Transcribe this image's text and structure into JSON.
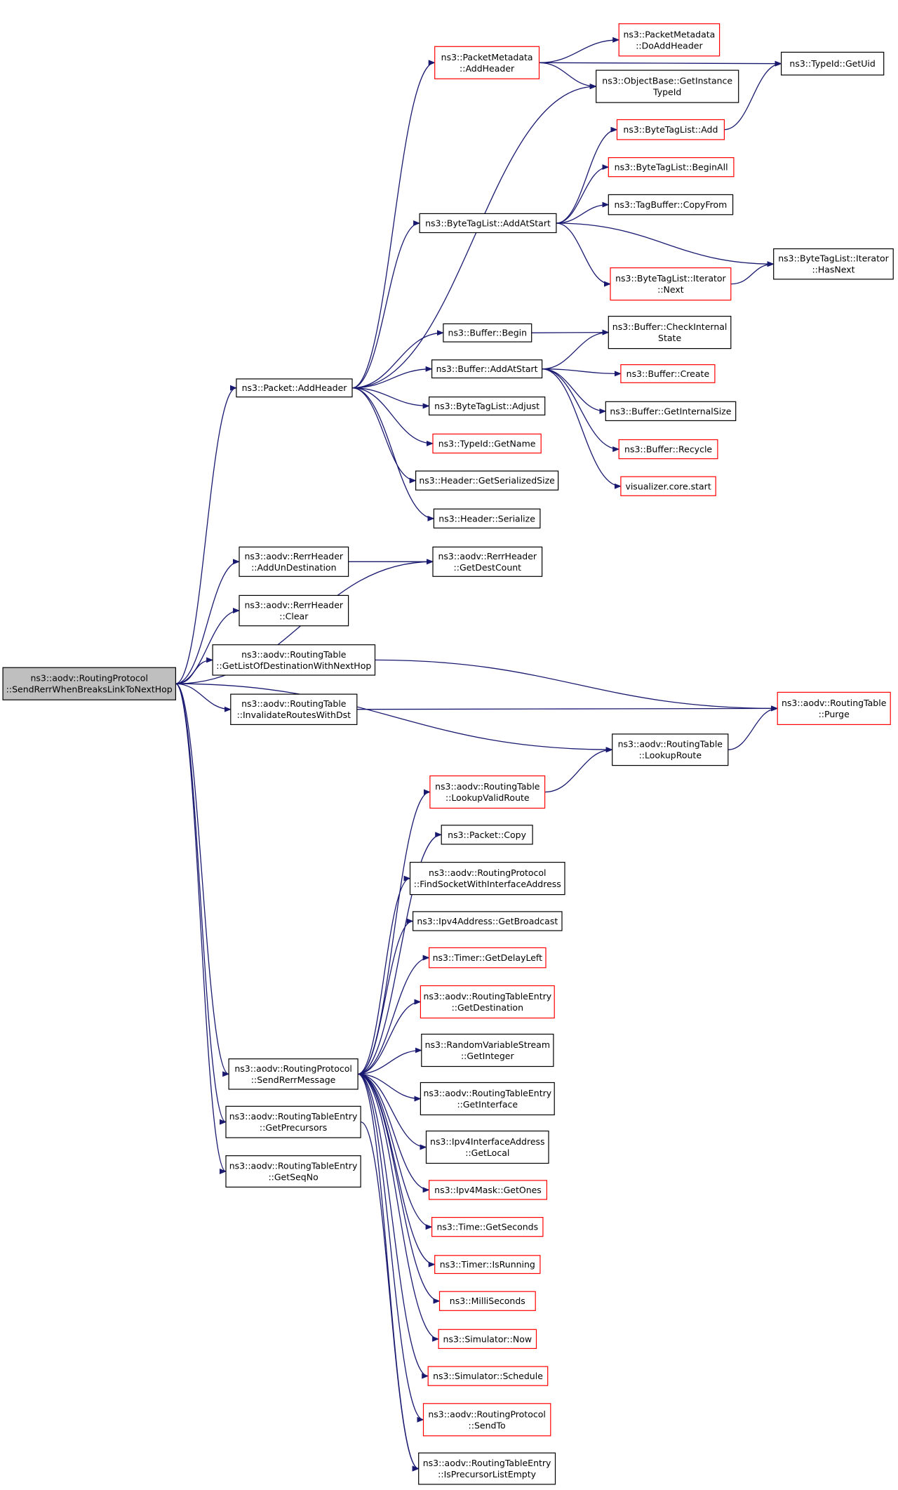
{
  "colors": {
    "edge": "#191970",
    "node_border": "#000000",
    "node_border_external": "#ff0000",
    "root_fill": "#bfbfbf",
    "background": "#ffffff"
  },
  "nodes": [
    {
      "id": "root",
      "lines": [
        "ns3::aodv::RoutingProtocol",
        "::SendRerrWhenBreaksLinkToNextHop"
      ],
      "style": "root"
    },
    {
      "id": "pkt_addheader",
      "lines": [
        "ns3::Packet::AddHeader"
      ],
      "style": "normal"
    },
    {
      "id": "pmeta_addheader",
      "lines": [
        "ns3::PacketMetadata",
        "::AddHeader"
      ],
      "style": "red"
    },
    {
      "id": "pmeta_doaddheader",
      "lines": [
        "ns3::PacketMetadata",
        "::DoAddHeader"
      ],
      "style": "red"
    },
    {
      "id": "objbase_getinstance",
      "lines": [
        "ns3::ObjectBase::GetInstance",
        "TypeId"
      ],
      "style": "normal"
    },
    {
      "id": "typeid_getuid",
      "lines": [
        "ns3::TypeId::GetUid"
      ],
      "style": "normal"
    },
    {
      "id": "btl_add",
      "lines": [
        "ns3::ByteTagList::Add"
      ],
      "style": "red"
    },
    {
      "id": "btl_beginall",
      "lines": [
        "ns3::ByteTagList::BeginAll"
      ],
      "style": "red"
    },
    {
      "id": "btl_addatstart",
      "lines": [
        "ns3::ByteTagList::AddAtStart"
      ],
      "style": "normal"
    },
    {
      "id": "tagbuf_copyfrom",
      "lines": [
        "ns3::TagBuffer::CopyFrom"
      ],
      "style": "normal"
    },
    {
      "id": "btl_iter_hasnext",
      "lines": [
        "ns3::ByteTagList::Iterator",
        "::HasNext"
      ],
      "style": "normal"
    },
    {
      "id": "btl_iter_next",
      "lines": [
        "ns3::ByteTagList::Iterator",
        "::Next"
      ],
      "style": "red"
    },
    {
      "id": "buf_begin",
      "lines": [
        "ns3::Buffer::Begin"
      ],
      "style": "normal"
    },
    {
      "id": "buf_checkinternal",
      "lines": [
        "ns3::Buffer::CheckInternal",
        "State"
      ],
      "style": "normal"
    },
    {
      "id": "buf_addatstart",
      "lines": [
        "ns3::Buffer::AddAtStart"
      ],
      "style": "normal"
    },
    {
      "id": "buf_create",
      "lines": [
        "ns3::Buffer::Create"
      ],
      "style": "red"
    },
    {
      "id": "btl_adjust",
      "lines": [
        "ns3::ByteTagList::Adjust"
      ],
      "style": "normal"
    },
    {
      "id": "buf_getinternalsize",
      "lines": [
        "ns3::Buffer::GetInternalSize"
      ],
      "style": "normal"
    },
    {
      "id": "typeid_getname",
      "lines": [
        "ns3::TypeId::GetName"
      ],
      "style": "red"
    },
    {
      "id": "buf_recycle",
      "lines": [
        "ns3::Buffer::Recycle"
      ],
      "style": "red"
    },
    {
      "id": "vis_core_start",
      "lines": [
        "visualizer.core.start"
      ],
      "style": "red"
    },
    {
      "id": "hdr_getserializedsize",
      "lines": [
        "ns3::Header::GetSerializedSize"
      ],
      "style": "normal"
    },
    {
      "id": "hdr_serialize",
      "lines": [
        "ns3::Header::Serialize"
      ],
      "style": "normal"
    },
    {
      "id": "rerr_addundest",
      "lines": [
        "ns3::aodv::RerrHeader",
        "::AddUnDestination"
      ],
      "style": "normal"
    },
    {
      "id": "rerr_getdestcount",
      "lines": [
        "ns3::aodv::RerrHeader",
        "::GetDestCount"
      ],
      "style": "normal"
    },
    {
      "id": "rerr_clear",
      "lines": [
        "ns3::aodv::RerrHeader",
        "::Clear"
      ],
      "style": "normal"
    },
    {
      "id": "rt_getlistofdest",
      "lines": [
        "ns3::aodv::RoutingTable",
        "::GetListOfDestinationWithNextHop"
      ],
      "style": "normal"
    },
    {
      "id": "rt_invalidate",
      "lines": [
        "ns3::aodv::RoutingTable",
        "::InvalidateRoutesWithDst"
      ],
      "style": "normal"
    },
    {
      "id": "rt_purge",
      "lines": [
        "ns3::aodv::RoutingTable",
        "::Purge"
      ],
      "style": "red"
    },
    {
      "id": "rt_lookuproute",
      "lines": [
        "ns3::aodv::RoutingTable",
        "::LookupRoute"
      ],
      "style": "normal"
    },
    {
      "id": "rt_lookupvalidroute",
      "lines": [
        "ns3::aodv::RoutingTable",
        "::LookupValidRoute"
      ],
      "style": "red"
    },
    {
      "id": "pkt_copy",
      "lines": [
        "ns3::Packet::Copy"
      ],
      "style": "normal"
    },
    {
      "id": "rp_findsocket",
      "lines": [
        "ns3::aodv::RoutingProtocol",
        "::FindSocketWithInterfaceAddress"
      ],
      "style": "normal"
    },
    {
      "id": "ipv4_getbroadcast",
      "lines": [
        "ns3::Ipv4Address::GetBroadcast"
      ],
      "style": "normal"
    },
    {
      "id": "timer_getdelayleft",
      "lines": [
        "ns3::Timer::GetDelayLeft"
      ],
      "style": "red"
    },
    {
      "id": "rte_getdestination",
      "lines": [
        "ns3::aodv::RoutingTableEntry",
        "::GetDestination"
      ],
      "style": "red"
    },
    {
      "id": "rvs_getinteger",
      "lines": [
        "ns3::RandomVariableStream",
        "::GetInteger"
      ],
      "style": "normal"
    },
    {
      "id": "rp_sendrerrmessage",
      "lines": [
        "ns3::aodv::RoutingProtocol",
        "::SendRerrMessage"
      ],
      "style": "normal"
    },
    {
      "id": "rte_getinterface",
      "lines": [
        "ns3::aodv::RoutingTableEntry",
        "::GetInterface"
      ],
      "style": "normal"
    },
    {
      "id": "rte_getprecursors",
      "lines": [
        "ns3::aodv::RoutingTableEntry",
        "::GetPrecursors"
      ],
      "style": "normal"
    },
    {
      "id": "ipv4ia_getlocal",
      "lines": [
        "ns3::Ipv4InterfaceAddress",
        "::GetLocal"
      ],
      "style": "normal"
    },
    {
      "id": "rte_getseqno",
      "lines": [
        "ns3::aodv::RoutingTableEntry",
        "::GetSeqNo"
      ],
      "style": "normal"
    },
    {
      "id": "ipv4mask_getones",
      "lines": [
        "ns3::Ipv4Mask::GetOnes"
      ],
      "style": "red"
    },
    {
      "id": "time_getseconds",
      "lines": [
        "ns3::Time::GetSeconds"
      ],
      "style": "red"
    },
    {
      "id": "timer_isrunning",
      "lines": [
        "ns3::Timer::IsRunning"
      ],
      "style": "red"
    },
    {
      "id": "milliseconds",
      "lines": [
        "ns3::MilliSeconds"
      ],
      "style": "red"
    },
    {
      "id": "sim_now",
      "lines": [
        "ns3::Simulator::Now"
      ],
      "style": "red"
    },
    {
      "id": "sim_schedule",
      "lines": [
        "ns3::Simulator::Schedule"
      ],
      "style": "red"
    },
    {
      "id": "rp_sendto",
      "lines": [
        "ns3::aodv::RoutingProtocol",
        "::SendTo"
      ],
      "style": "red"
    },
    {
      "id": "rte_isprecursorlistempty",
      "lines": [
        "ns3::aodv::RoutingTableEntry",
        "::IsPrecursorListEmpty"
      ],
      "style": "normal"
    }
  ],
  "edges": [
    {
      "from": "root",
      "to": "pkt_addheader"
    },
    {
      "from": "root",
      "to": "rerr_addundest"
    },
    {
      "from": "root",
      "to": "rerr_getdestcount"
    },
    {
      "from": "root",
      "to": "rerr_clear"
    },
    {
      "from": "root",
      "to": "rt_getlistofdest"
    },
    {
      "from": "root",
      "to": "rt_invalidate"
    },
    {
      "from": "root",
      "to": "rt_lookuproute"
    },
    {
      "from": "root",
      "to": "rp_sendrerrmessage"
    },
    {
      "from": "root",
      "to": "rte_getprecursors"
    },
    {
      "from": "root",
      "to": "rte_getseqno"
    },
    {
      "from": "pkt_addheader",
      "to": "pmeta_addheader"
    },
    {
      "from": "pkt_addheader",
      "to": "objbase_getinstance"
    },
    {
      "from": "pkt_addheader",
      "to": "btl_addatstart"
    },
    {
      "from": "pkt_addheader",
      "to": "buf_begin"
    },
    {
      "from": "pkt_addheader",
      "to": "buf_addatstart"
    },
    {
      "from": "pkt_addheader",
      "to": "btl_adjust"
    },
    {
      "from": "pkt_addheader",
      "to": "typeid_getname"
    },
    {
      "from": "pkt_addheader",
      "to": "hdr_getserializedsize"
    },
    {
      "from": "pkt_addheader",
      "to": "hdr_serialize"
    },
    {
      "from": "pmeta_addheader",
      "to": "pmeta_doaddheader"
    },
    {
      "from": "pmeta_addheader",
      "to": "objbase_getinstance"
    },
    {
      "from": "pmeta_addheader",
      "to": "typeid_getuid"
    },
    {
      "from": "btl_add",
      "to": "typeid_getuid"
    },
    {
      "from": "btl_addatstart",
      "to": "btl_add"
    },
    {
      "from": "btl_addatstart",
      "to": "btl_beginall"
    },
    {
      "from": "btl_addatstart",
      "to": "tagbuf_copyfrom"
    },
    {
      "from": "btl_addatstart",
      "to": "btl_iter_hasnext"
    },
    {
      "from": "btl_addatstart",
      "to": "btl_iter_next"
    },
    {
      "from": "btl_iter_next",
      "to": "btl_iter_hasnext"
    },
    {
      "from": "buf_begin",
      "to": "buf_checkinternal"
    },
    {
      "from": "buf_addatstart",
      "to": "buf_checkinternal"
    },
    {
      "from": "buf_addatstart",
      "to": "buf_create"
    },
    {
      "from": "buf_addatstart",
      "to": "buf_getinternalsize"
    },
    {
      "from": "buf_addatstart",
      "to": "buf_recycle"
    },
    {
      "from": "buf_addatstart",
      "to": "vis_core_start"
    },
    {
      "from": "rerr_addundest",
      "to": "rerr_getdestcount"
    },
    {
      "from": "rt_getlistofdest",
      "to": "rt_purge"
    },
    {
      "from": "rt_invalidate",
      "to": "rt_purge"
    },
    {
      "from": "rt_lookuproute",
      "to": "rt_purge"
    },
    {
      "from": "rt_lookupvalidroute",
      "to": "rt_lookuproute"
    },
    {
      "from": "rp_sendrerrmessage",
      "to": "rt_lookupvalidroute"
    },
    {
      "from": "rp_sendrerrmessage",
      "to": "pkt_copy"
    },
    {
      "from": "rp_sendrerrmessage",
      "to": "rp_findsocket"
    },
    {
      "from": "rp_sendrerrmessage",
      "to": "ipv4_getbroadcast"
    },
    {
      "from": "rp_sendrerrmessage",
      "to": "timer_getdelayleft"
    },
    {
      "from": "rp_sendrerrmessage",
      "to": "rte_getdestination"
    },
    {
      "from": "rp_sendrerrmessage",
      "to": "rvs_getinteger"
    },
    {
      "from": "rp_sendrerrmessage",
      "to": "rte_getinterface"
    },
    {
      "from": "rp_sendrerrmessage",
      "to": "ipv4ia_getlocal"
    },
    {
      "from": "rp_sendrerrmessage",
      "to": "ipv4mask_getones"
    },
    {
      "from": "rp_sendrerrmessage",
      "to": "time_getseconds"
    },
    {
      "from": "rp_sendrerrmessage",
      "to": "timer_isrunning"
    },
    {
      "from": "rp_sendrerrmessage",
      "to": "milliseconds"
    },
    {
      "from": "rp_sendrerrmessage",
      "to": "sim_now"
    },
    {
      "from": "rp_sendrerrmessage",
      "to": "sim_schedule"
    },
    {
      "from": "rp_sendrerrmessage",
      "to": "rp_sendto"
    },
    {
      "from": "rp_sendrerrmessage",
      "to": "rte_isprecursorlistempty"
    },
    {
      "from": "rte_getprecursors",
      "to": "rte_isprecursorlistempty"
    }
  ]
}
